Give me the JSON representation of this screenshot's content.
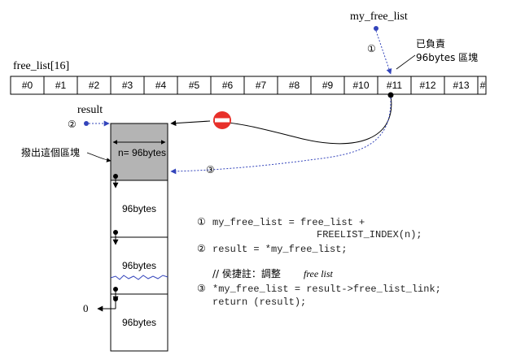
{
  "labels": {
    "my_free_list": "my_free_list",
    "free_list": "free_list[16]",
    "result": "result",
    "note_line1": "已負責",
    "note_line2": "96bytes 區塊",
    "extract_label": "撥出這個區塊",
    "zero": "0"
  },
  "steps": {
    "s1": "①",
    "s2": "②",
    "s3": "③"
  },
  "array_cells": [
    "#0",
    "#1",
    "#2",
    "#3",
    "#4",
    "#5",
    "#6",
    "#7",
    "#8",
    "#9",
    "#10",
    "#11",
    "#12",
    "#13",
    "#"
  ],
  "blocks": {
    "first": "n= 96bytes",
    "b2": "96bytes",
    "b3": "96bytes",
    "b4": "96bytes"
  },
  "code": {
    "c1_mark": "①",
    "c1_line1": "my_free_list = free_list +",
    "c1_line2": "FREELIST_INDEX(n);",
    "c2_mark": "②",
    "c2_line": "result = *my_free_list;",
    "comment_prefix": "// 侯捷註：調整",
    "comment_italic": "free list",
    "c3_mark": "③",
    "c3_line": "*my_free_list = result->free_list_link;",
    "c4_line": "return (result);"
  },
  "colors": {
    "blue": "#3344bb",
    "stop_red": "#e8302a",
    "block_gray": "#b4b4b4"
  },
  "icons": {
    "stop": "no-entry-icon"
  }
}
